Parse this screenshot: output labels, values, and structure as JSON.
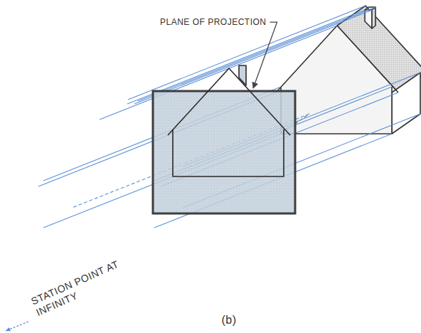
{
  "diagram": {
    "caption": "(b)",
    "labels": [
      "PLANE OF PROJECTION",
      "STATION POINT AT INFINITY"
    ]
  }
}
